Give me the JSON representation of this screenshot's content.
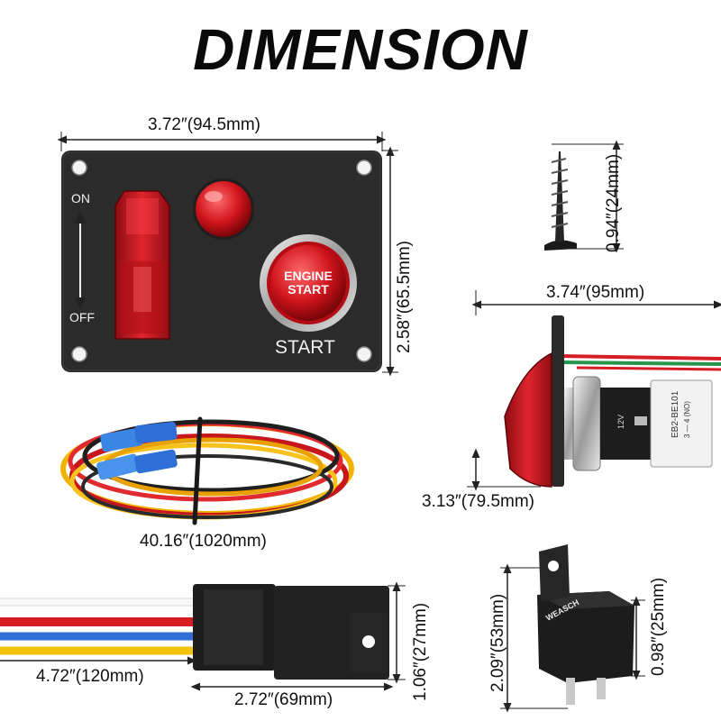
{
  "title": "DIMENSION",
  "panel": {
    "width_label": "3.72″(94.5mm)",
    "height_label": "2.58″(65.5mm)",
    "on_label": "ON",
    "off_label": "OFF",
    "button_line1": "ENGINE",
    "button_line2": "START",
    "start_label": "START"
  },
  "screw": {
    "length_label": "0.94″(24mm)"
  },
  "side_view": {
    "depth_label": "3.74″(95mm)",
    "height_label": "3.13″(79.5mm)",
    "module_text_1": "EB2-BE101",
    "module_text_2": "3 — 4 (NO)",
    "voltage_label": "12V"
  },
  "harness": {
    "length_label": "40.16″(1020mm)"
  },
  "relay_socket": {
    "wire_length_label": "4.72″(120mm)",
    "width_label": "2.72″(69mm)",
    "height_label": "1.06″(27mm)"
  },
  "relay": {
    "brand": "WEASCH",
    "height_label": "2.09″(53mm)",
    "side_label": "0.98″(25mm)"
  },
  "colors": {
    "panel": "#2b2b2b",
    "accent_red": "#d0141c",
    "wire_yellow": "#f2b400",
    "wire_blue": "#2f6fd8"
  }
}
